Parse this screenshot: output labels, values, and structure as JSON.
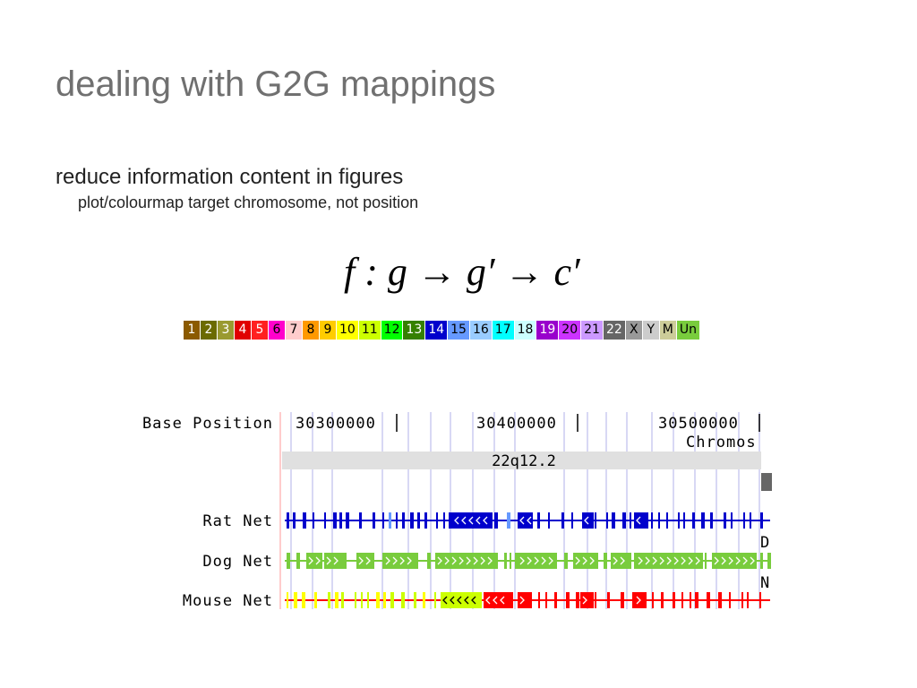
{
  "slide": {
    "title": "dealing with G2G mappings",
    "bullet1": "reduce information content in figures",
    "bullet2": "plot/colourmap target chromosome, not position",
    "formula": "f : g → g′ → c′"
  },
  "legend": [
    {
      "label": "1",
      "bg": "#8b5a00",
      "fg": "#ffffff"
    },
    {
      "label": "2",
      "bg": "#6b6b00",
      "fg": "#ffffff"
    },
    {
      "label": "3",
      "bg": "#9a9a30",
      "fg": "#ffffff"
    },
    {
      "label": "4",
      "bg": "#e00000",
      "fg": "#ffffff"
    },
    {
      "label": "5",
      "bg": "#ff2020",
      "fg": "#ffffff"
    },
    {
      "label": "6",
      "bg": "#ff00cc",
      "fg": "#000000"
    },
    {
      "label": "7",
      "bg": "#ffcccc",
      "fg": "#000000"
    },
    {
      "label": "8",
      "bg": "#ff9900",
      "fg": "#000000"
    },
    {
      "label": "9",
      "bg": "#ffcc00",
      "fg": "#000000"
    },
    {
      "label": "10",
      "bg": "#ffff00",
      "fg": "#000000"
    },
    {
      "label": "11",
      "bg": "#ccff00",
      "fg": "#000000"
    },
    {
      "label": "12",
      "bg": "#00ff00",
      "fg": "#000000"
    },
    {
      "label": "13",
      "bg": "#358000",
      "fg": "#ffffff"
    },
    {
      "label": "14",
      "bg": "#0000cc",
      "fg": "#ffffff"
    },
    {
      "label": "15",
      "bg": "#6699ff",
      "fg": "#000000"
    },
    {
      "label": "16",
      "bg": "#99ccff",
      "fg": "#000000"
    },
    {
      "label": "17",
      "bg": "#00ffff",
      "fg": "#000000"
    },
    {
      "label": "18",
      "bg": "#ccffff",
      "fg": "#000000"
    },
    {
      "label": "19",
      "bg": "#9900cc",
      "fg": "#ffffff"
    },
    {
      "label": "20",
      "bg": "#cc33ff",
      "fg": "#000000"
    },
    {
      "label": "21",
      "bg": "#cc99ff",
      "fg": "#000000"
    },
    {
      "label": "22",
      "bg": "#666666",
      "fg": "#ffffff"
    },
    {
      "label": "X",
      "bg": "#999999",
      "fg": "#000000"
    },
    {
      "label": "Y",
      "bg": "#cccccc",
      "fg": "#000000"
    },
    {
      "label": "M",
      "bg": "#cccc99",
      "fg": "#000000"
    },
    {
      "label": "Un",
      "bg": "#79cc3d",
      "fg": "#000000"
    }
  ],
  "browser": {
    "base_label": "Base Position",
    "positions": [
      "30300000",
      "30400000",
      "30500000"
    ],
    "chrom_label": "Chromos",
    "band_label": "22q12.2",
    "tracks": [
      {
        "label": "Rat Net",
        "color": "#0000cc",
        "marker": "D"
      },
      {
        "label": "Dog Net",
        "color": "#79cc3d",
        "marker": "N"
      },
      {
        "label": "Mouse Net",
        "color": "#ff0000",
        "marker": ""
      }
    ]
  }
}
